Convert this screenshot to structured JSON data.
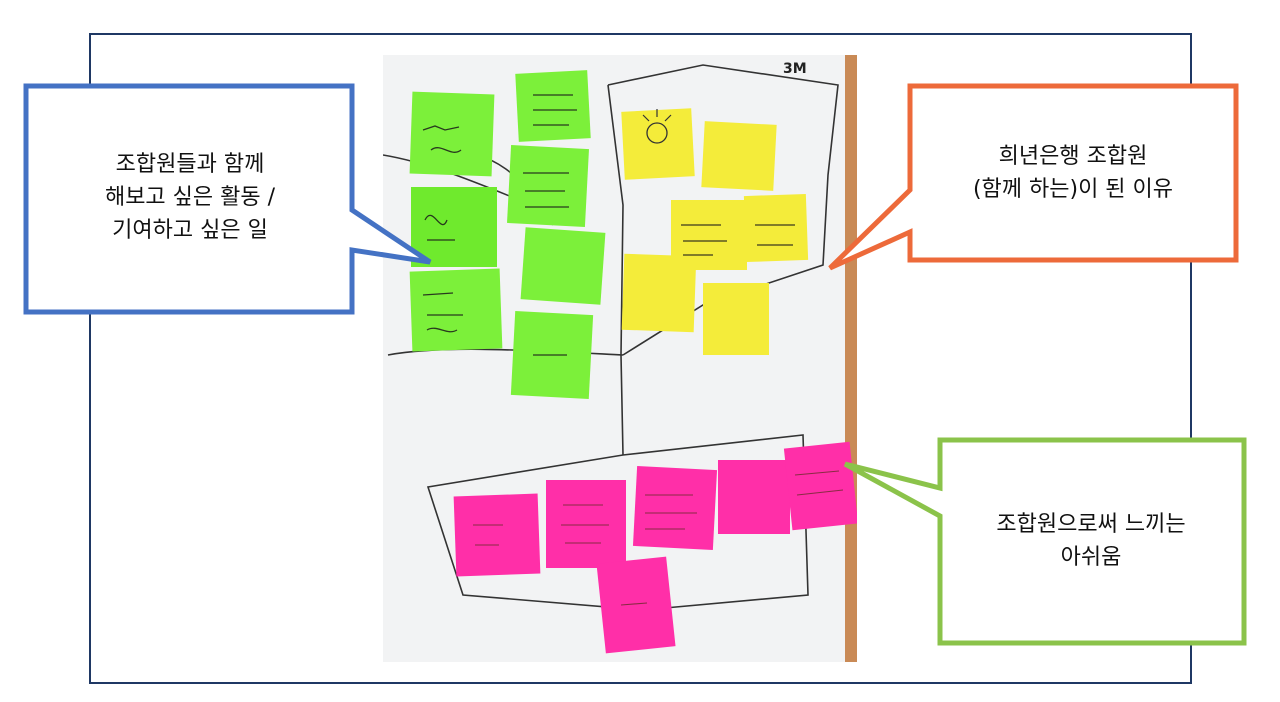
{
  "slide": {
    "frame_color": "#1f3864"
  },
  "photo": {
    "brand": "3M",
    "description_colors": {
      "green_notes": "#7cf03a",
      "yellow_notes": "#f4ec3a",
      "pink_notes": "#ff2fa8"
    }
  },
  "callouts": {
    "left": {
      "text": "조합원들과 함께\n해보고 싶은 활동 /\n기여하고 싶은 일",
      "border_color": "#4472c4"
    },
    "right": {
      "text": "희년은행 조합원\n(함께 하는)이 된 이유",
      "border_color": "#ed6a3a"
    },
    "bottom_right": {
      "text": "조합원으로써 느끼는\n아쉬움",
      "border_color": "#8bc34a"
    }
  }
}
